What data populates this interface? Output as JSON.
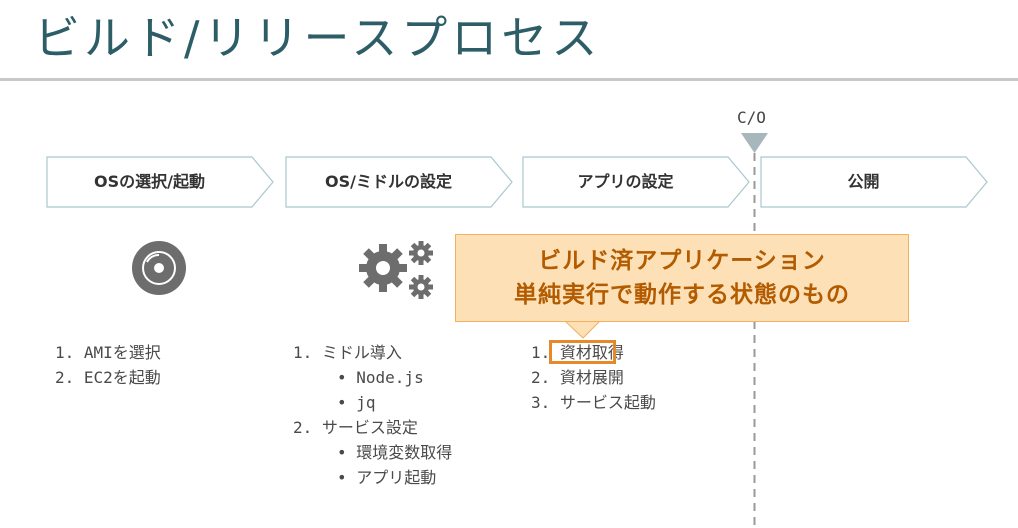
{
  "title": "ビルド/リリースプロセス",
  "cutover_label": "C/O",
  "steps": [
    {
      "label": "OSの選択/起動"
    },
    {
      "label": "OS/ミドルの設定"
    },
    {
      "label": "アプリの設定"
    },
    {
      "label": "公開"
    }
  ],
  "icons": [
    "disc-icon",
    "gears-icon"
  ],
  "callout": {
    "line1": "ビルド済アプリケーション",
    "line2": "単純実行で動作する状態のもの"
  },
  "lists": {
    "os": [
      "1. AMIを選択",
      "2. EC2を起動"
    ],
    "middle": {
      "item1": "1. ミドル導入",
      "item1_subs": [
        "•  Node.js",
        "•  jq"
      ],
      "item2": "2. サービス設定",
      "item2_subs": [
        "•  環境変数取得",
        "•  アプリ起動"
      ]
    },
    "app": [
      "1. 資材取得",
      "2. 資材展開",
      "3. サービス起動"
    ]
  },
  "colors": {
    "title": "#2d5d66",
    "chevron_border": "#a9c8cf",
    "callout_bg": "#fde0b5",
    "callout_text": "#b25b00",
    "highlight": "#e6892a",
    "icon": "#6d6d6d"
  }
}
